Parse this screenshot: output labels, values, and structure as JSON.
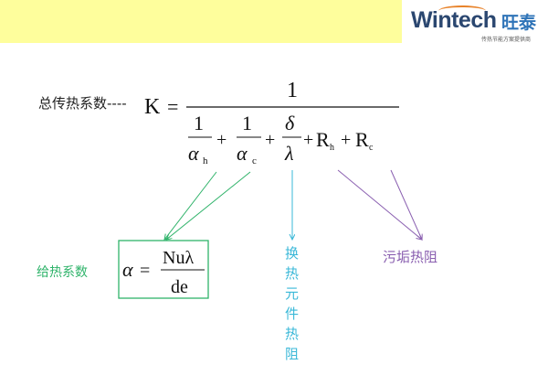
{
  "logo": {
    "brand": "Wintech",
    "brand_cn": "旺泰",
    "tagline": "传热节能方案提供商"
  },
  "formula": {
    "label": "总传热系数----",
    "K": "K",
    "eq": "=",
    "one": "1",
    "alpha": "α",
    "h": "h",
    "c": "c",
    "plus": "+",
    "delta": "δ",
    "lambda": "λ",
    "R": "R"
  },
  "film": {
    "label": "给热系数",
    "alpha": "α",
    "eq": "=",
    "numer": "Nuλ",
    "denom": "de"
  },
  "wall": {
    "label": "换热元件热阻",
    "chars": [
      "换",
      "热",
      "元",
      "件",
      "热",
      "阻"
    ]
  },
  "fouling": {
    "label": "污垢热阻"
  },
  "colors": {
    "banner": "#fefe9c",
    "green": "#2fb36a",
    "cyan": "#3ab8d8",
    "purple": "#8a5fb0"
  }
}
